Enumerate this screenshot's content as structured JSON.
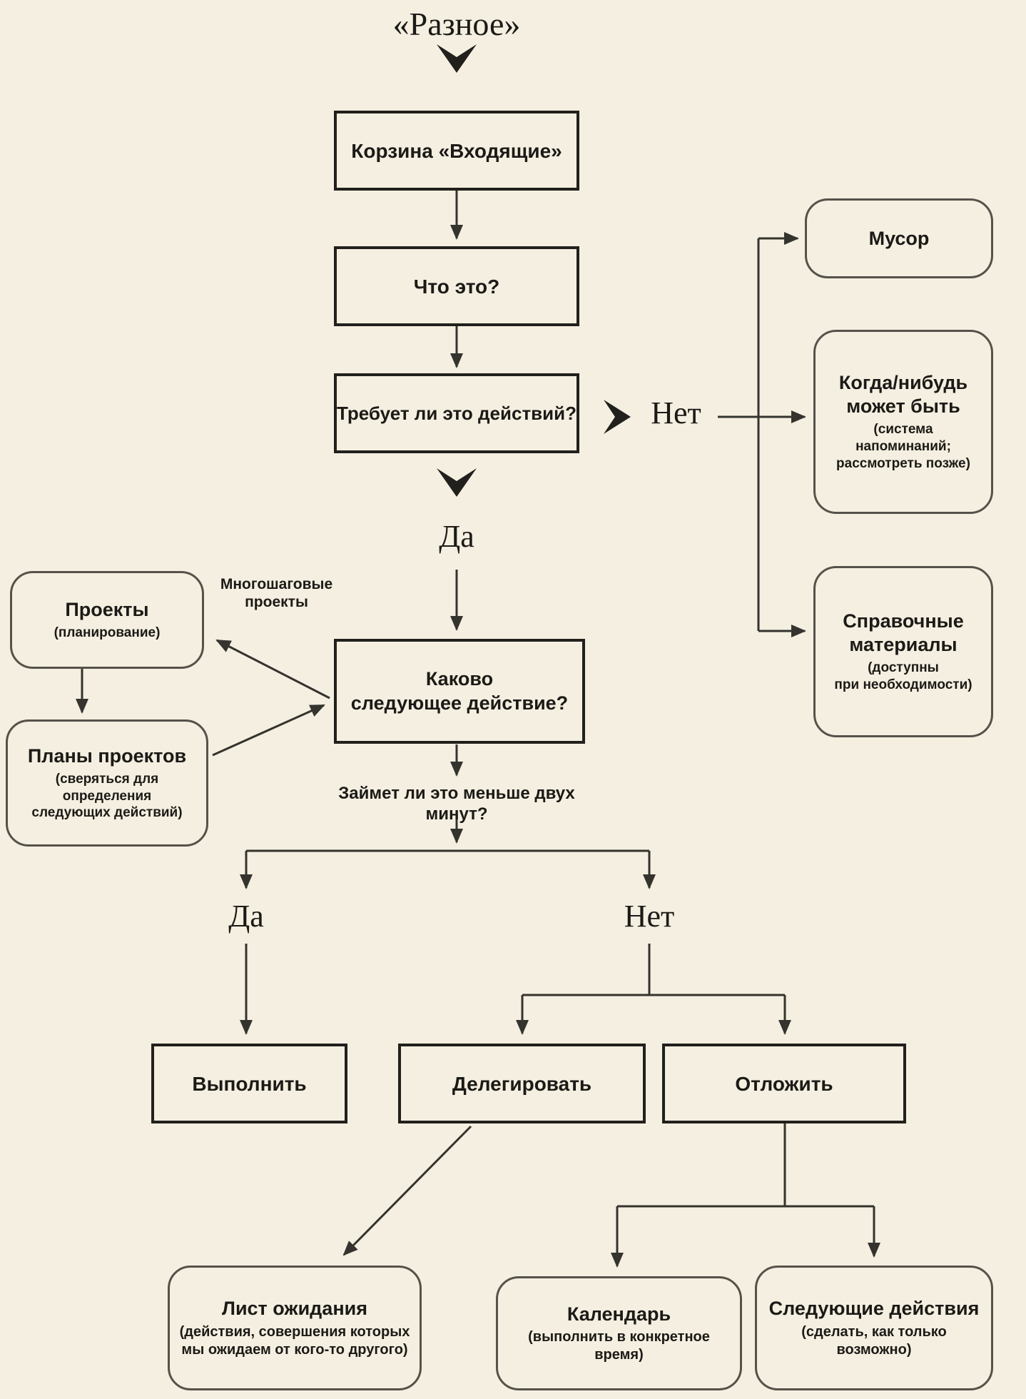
{
  "title": "«Разное»",
  "colors": {
    "background": "#f5efe1",
    "line": "#34332d",
    "rect_border": "#21201c",
    "round_border": "#55524a"
  },
  "flow": {
    "inbox": "Корзина «Входящие»",
    "what_is_it": "Что это?",
    "requires_action": "Требует ли это действий?",
    "no_branch": "Нет",
    "yes_branch": "Да",
    "next_action_question": "Каково\nследующее действие?",
    "two_minute_question": "Займет ли это меньше двух минут?",
    "yes_two_min": "Да",
    "no_two_min": "Нет",
    "do_it": "Выполнить",
    "delegate": "Делегировать",
    "defer": "Отложить"
  },
  "outcomes": {
    "trash": {
      "title": "Мусор"
    },
    "someday": {
      "title": "Когда/нибудь\nможет быть",
      "subtitle": "(система напоминаний;\nрассмотреть позже)"
    },
    "reference": {
      "title": "Справочные\nматериалы",
      "subtitle": "(доступны\nпри необходимости)"
    },
    "projects": {
      "title": "Проекты",
      "subtitle": "(планирование)"
    },
    "project_plans": {
      "title": "Планы проектов",
      "subtitle": "(сверяться для определения\nследующих действий)"
    },
    "multistep_note": "Многошаговые\nпроекты",
    "waiting_list": {
      "title": "Лист ожидания",
      "subtitle": "(действия, совершения которых\nмы ожидаем от кого-то другого)"
    },
    "calendar": {
      "title": "Календарь",
      "subtitle": "(выполнить в конкретное время)"
    },
    "next_actions": {
      "title": "Следующие действия",
      "subtitle": "(сделать, как только возможно)"
    }
  }
}
